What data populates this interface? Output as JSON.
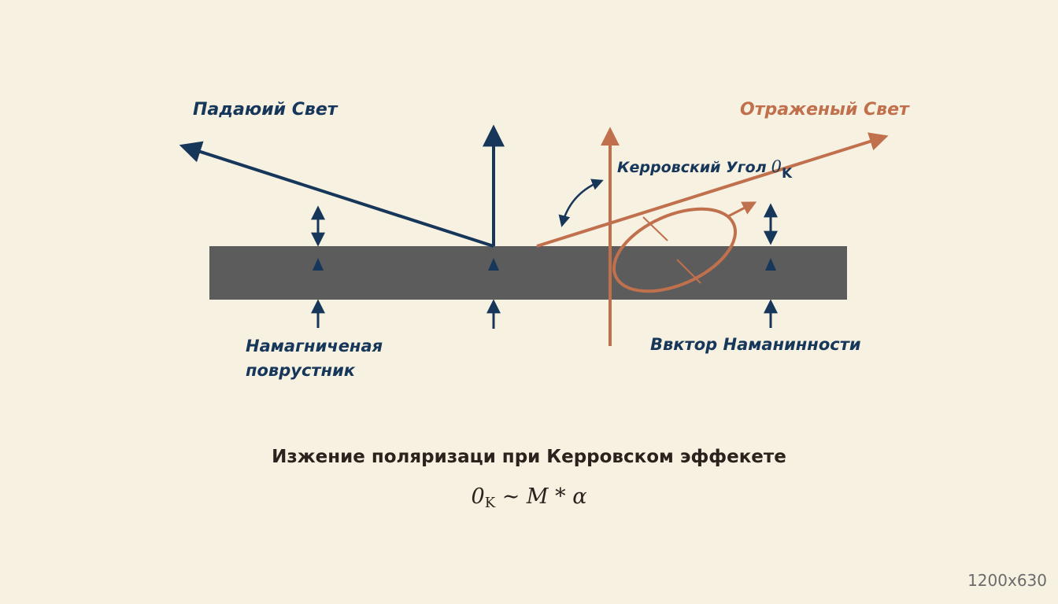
{
  "labels": {
    "incident_light": "Падаюий Свет",
    "reflected_light": "Отраженый Свет",
    "kerr_angle": "Керровский Угол",
    "kerr_angle_symbol": "0",
    "kerr_angle_subscript": "K",
    "surface_line1": "Намагниченая",
    "surface_line2": "поврустник",
    "magnetization_vector": "Ввктор Наманинности"
  },
  "caption": "Изжение поляризаци при Керровском эффекете",
  "formula": {
    "symbol": "0",
    "subscript": "K",
    "rest": " ∼ M * α"
  },
  "dimensions_label": "1200x630",
  "colors": {
    "navy": "#16365a",
    "rust": "#c0704c",
    "slab": "#5c5c5c",
    "background": "#f7f1e1"
  },
  "icons": [
    "double-arrow-icon",
    "triangle-marker-icon",
    "up-arrow-icon",
    "curved-arrow-icon"
  ]
}
